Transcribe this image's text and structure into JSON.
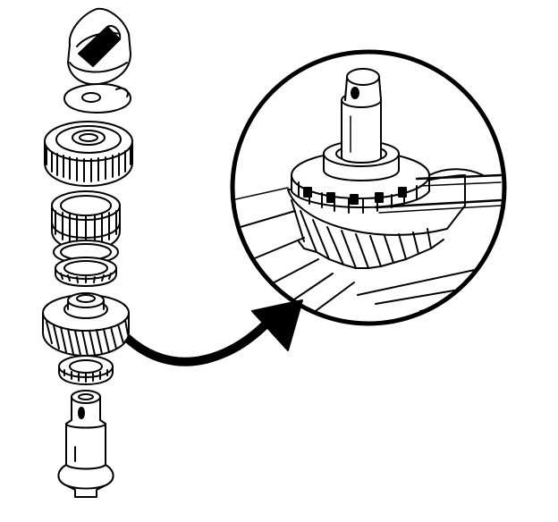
{
  "figure": {
    "kind": "exploded-assembly-line-drawing",
    "colors": {
      "ink": "#000000",
      "paper": "#ffffff"
    },
    "exploded_stack": {
      "parts": [
        "shift-fork-cap",
        "thrust-washer",
        "upper-gear",
        "synchronizer-sleeve",
        "retaining-ring",
        "needle-bearing",
        "lower-helical-gear",
        "thrust-bearing",
        "mainshaft"
      ]
    },
    "detail_inset": {
      "shape": "circle",
      "shows": [
        "shaft",
        "gear-stack",
        "feeler-gauge"
      ]
    },
    "pointer_arrow": {
      "direction": "from-stack-to-inset"
    }
  }
}
